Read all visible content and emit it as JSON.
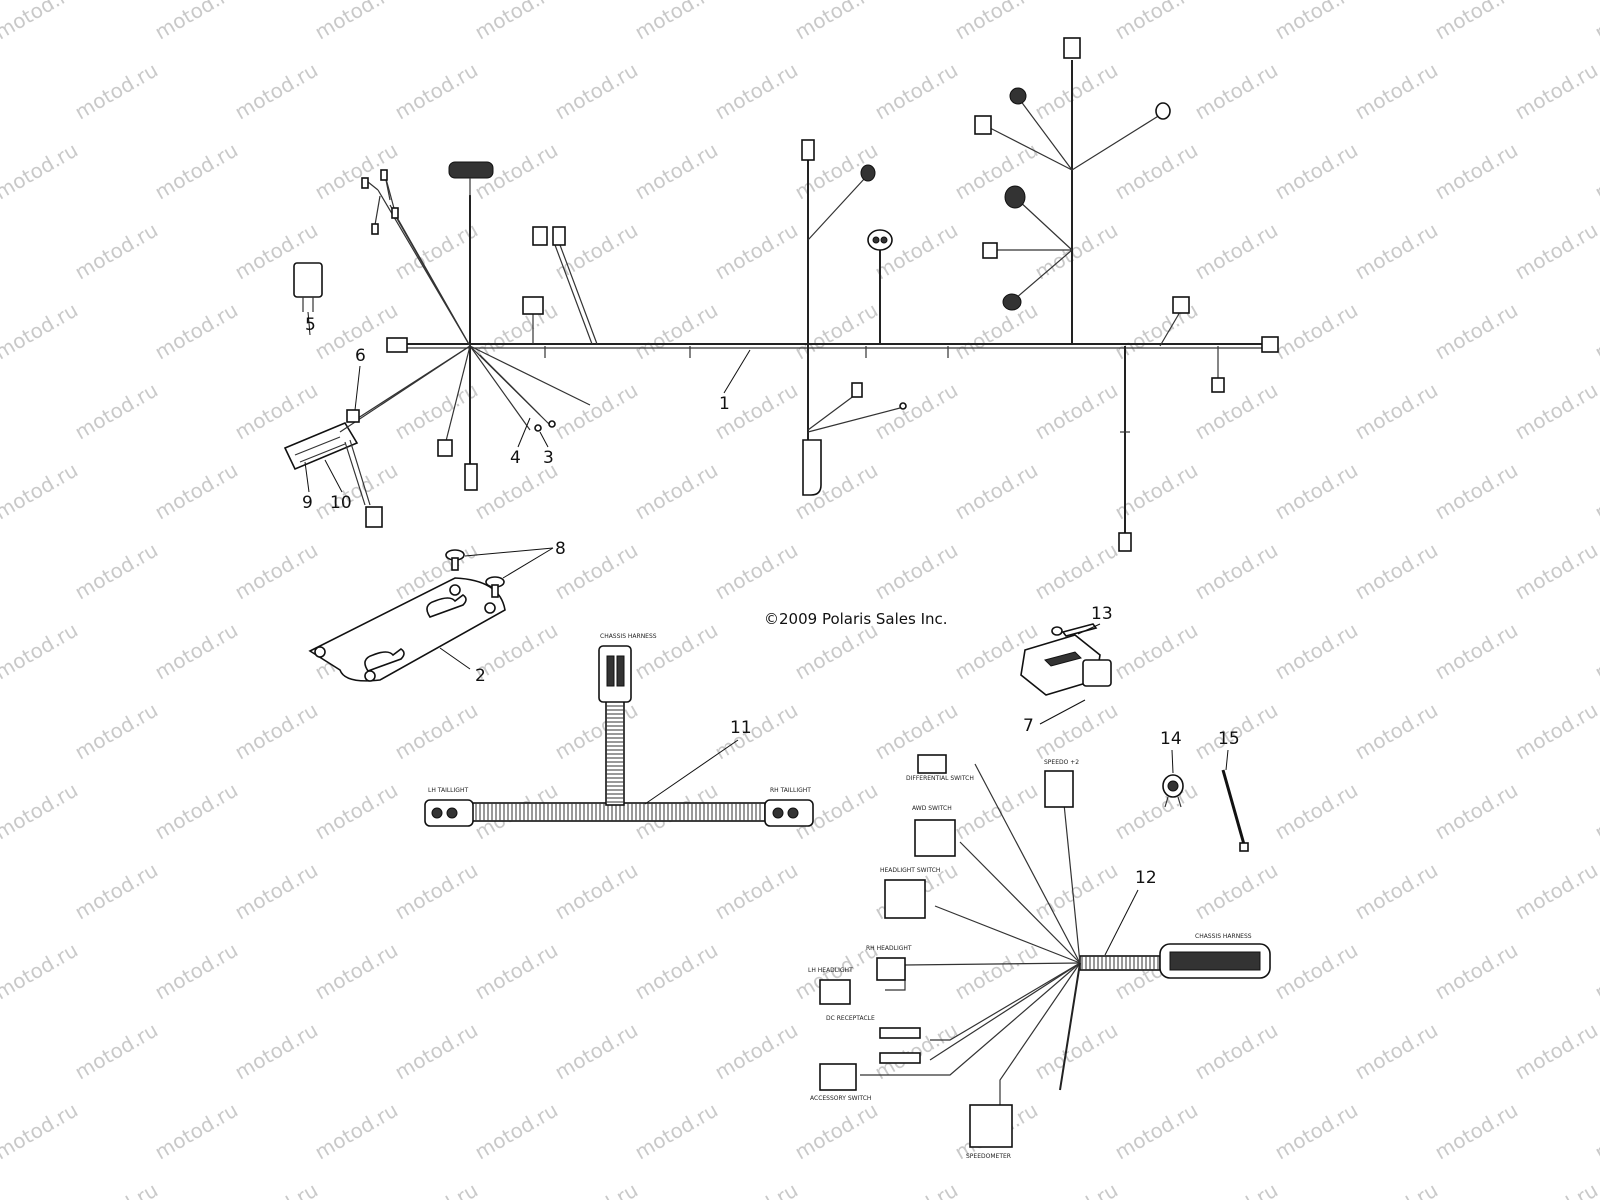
{
  "watermark": {
    "text": "motod.ru",
    "color": "#c9c9c9"
  },
  "copyright": "©2009 Polaris Sales Inc.",
  "callouts": [
    "1",
    "2",
    "3",
    "4",
    "5",
    "6",
    "7",
    "8",
    "9",
    "10",
    "11",
    "12",
    "13",
    "14",
    "15"
  ],
  "labels": {
    "chassis_harness_top": "CHASSIS HARNESS",
    "lh_taillight": "LH TAILLIGHT",
    "rh_taillight": "RH TAILLIGHT",
    "diff_switch": "DIFFERENTIAL SWITCH",
    "speedo": "SPEEDO +2",
    "awd_switch": "AWD SWITCH",
    "headlight_switch": "HEADLIGHT SWITCH",
    "rh_headlight": "RH HEADLIGHT",
    "lh_headlight": "LH HEADLIGHT",
    "dc_receptacle": "DC RECEPTACLE",
    "accessory_switch": "ACCESSORY SWITCH",
    "speedometer": "SPEEDOMETER",
    "chassis_harness_right": "CHASSIS HARNESS"
  }
}
